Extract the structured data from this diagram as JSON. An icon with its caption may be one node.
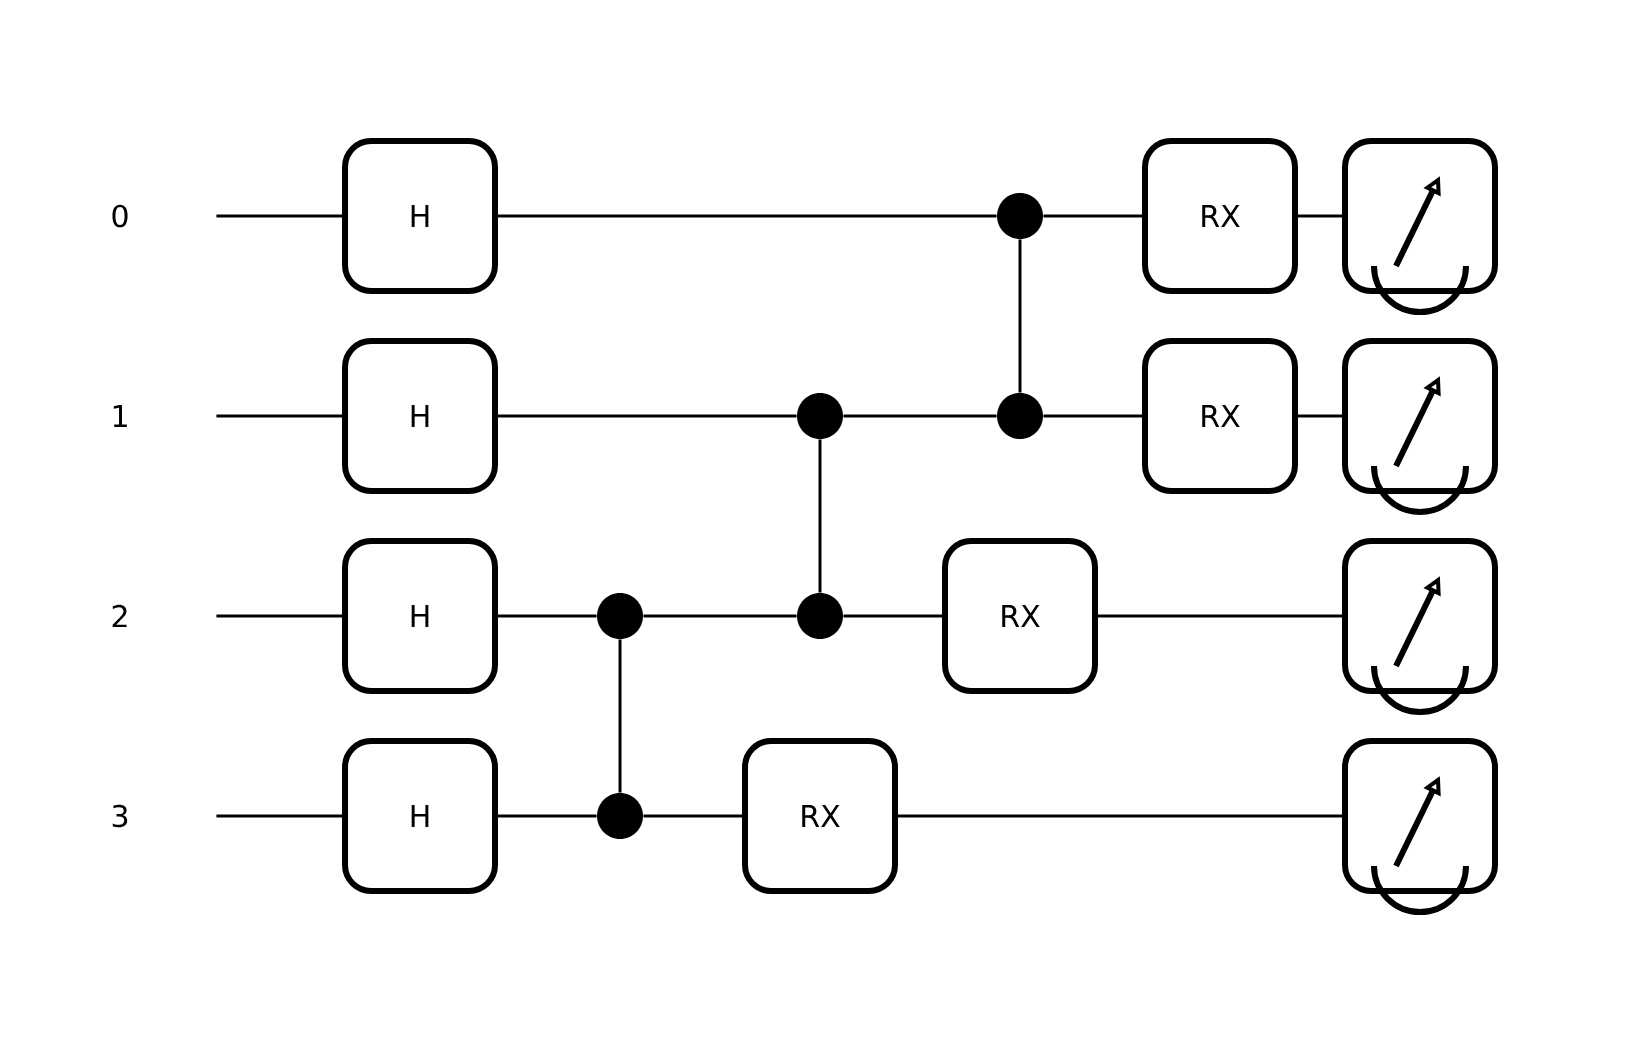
{
  "diagram": {
    "nodes": [
      {
        "text": [
          "0"
        ]
      },
      {
        "text": [
          "H"
        ]
      },
      {
        "text": [],
        "shape": "circle"
      },
      {
        "text": [
          "RX"
        ]
      },
      {
        "text": [],
        "shape": "box"
      },
      {
        "text": [
          "1"
        ]
      },
      {
        "text": [
          "H"
        ]
      },
      {
        "text": [],
        "shape": "circle"
      },
      {
        "text": [],
        "shape": "circle"
      },
      {
        "text": [
          "RX"
        ]
      },
      {
        "text": [],
        "shape": "box"
      },
      {
        "text": [
          "2"
        ]
      },
      {
        "text": [
          "H"
        ]
      },
      {
        "text": [],
        "shape": "circle"
      },
      {
        "text": [],
        "shape": "circle"
      },
      {
        "text": [
          "RX"
        ]
      },
      {
        "text": [],
        "shape": "box"
      },
      {
        "text": [
          "3"
        ]
      },
      {
        "text": [
          "H"
        ]
      },
      {
        "text": [],
        "shape": "circle"
      },
      {
        "text": [
          "RX"
        ]
      },
      {
        "text": [],
        "shape": "box"
      }
    ],
    "edges": [
      {
        "from": 0,
        "to": 1,
        "arrow": "none"
      },
      {
        "from": 1,
        "to": 2,
        "arrow": "none"
      },
      {
        "from": 2,
        "to": 3,
        "arrow": "none"
      },
      {
        "from": 3,
        "to": 4,
        "arrow": "none"
      },
      {
        "from": 5,
        "to": 6,
        "arrow": "none"
      },
      {
        "from": 6,
        "to": 7,
        "arrow": "none"
      },
      {
        "from": 7,
        "to": 8,
        "arrow": "none"
      },
      {
        "from": 8,
        "to": 9,
        "arrow": "none"
      },
      {
        "from": 9,
        "to": 10,
        "arrow": "none"
      },
      {
        "from": 11,
        "to": 12,
        "arrow": "none"
      },
      {
        "from": 12,
        "to": 13,
        "arrow": "none"
      },
      {
        "from": 13,
        "to": 14,
        "arrow": "none"
      },
      {
        "from": 14,
        "to": 15,
        "arrow": "none"
      },
      {
        "from": 15,
        "to": 16,
        "arrow": "none"
      },
      {
        "from": 17,
        "to": 18,
        "arrow": "none"
      },
      {
        "from": 18,
        "to": 19,
        "arrow": "none"
      },
      {
        "from": 19,
        "to": 20,
        "arrow": "none"
      },
      {
        "from": 20,
        "to": 21,
        "arrow": "none"
      },
      {
        "from": 13,
        "to": 19,
        "arrow": "none"
      },
      {
        "from": 7,
        "to": 14,
        "arrow": "none"
      },
      {
        "from": 2,
        "to": 8,
        "arrow": "none"
      }
    ]
  }
}
